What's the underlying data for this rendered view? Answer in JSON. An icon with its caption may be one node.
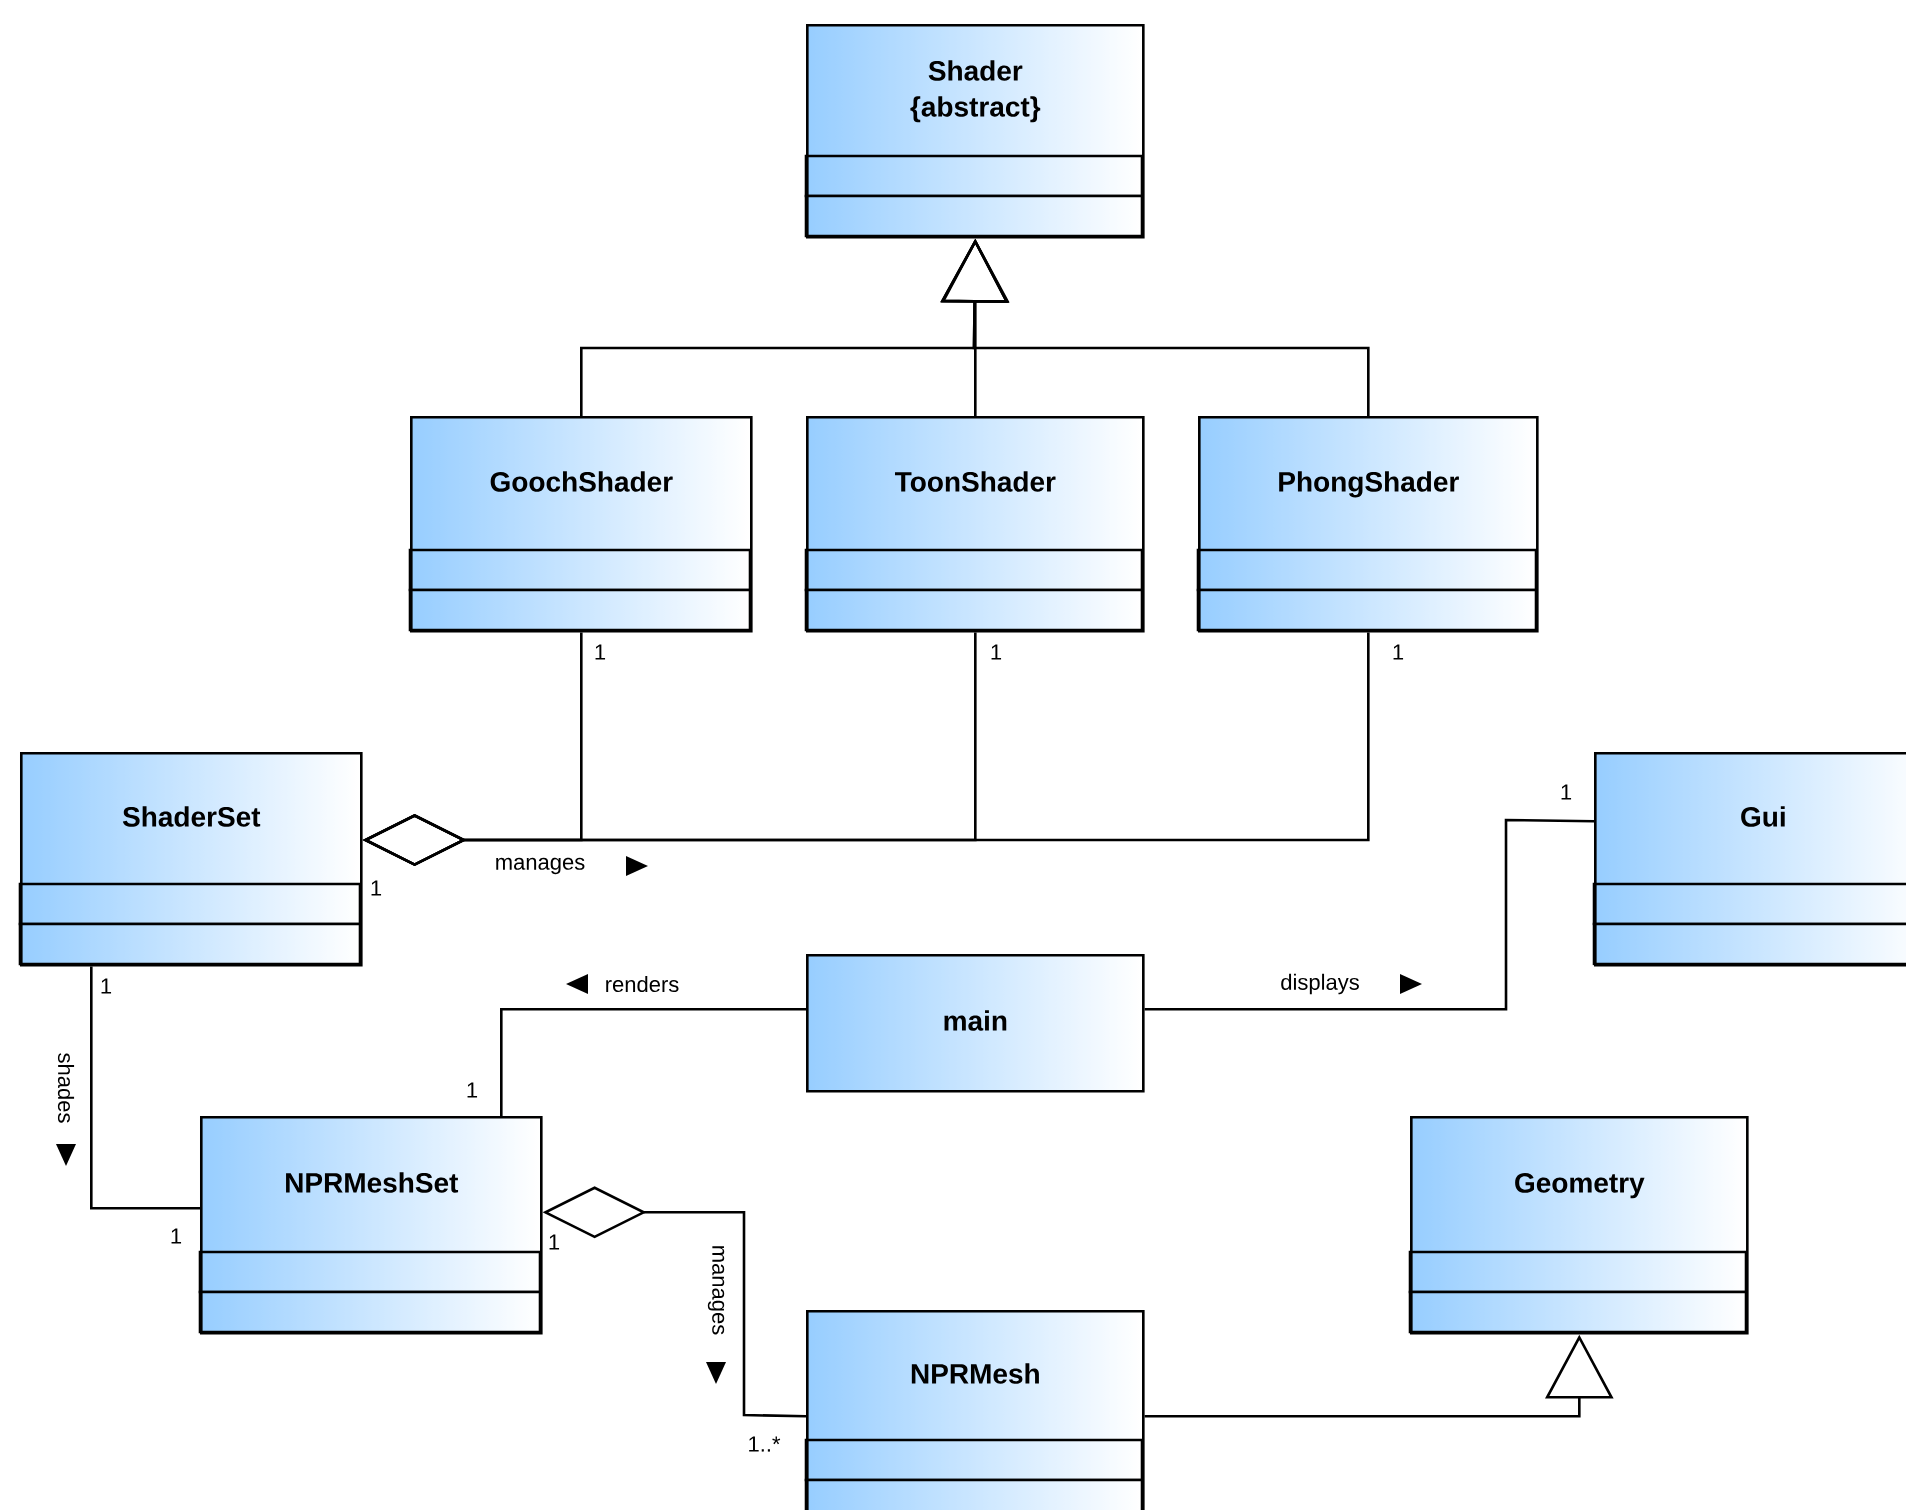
{
  "diagram": {
    "nodes": [
      {
        "text": [
          "Shader",
          "{abstract}"
        ]
      },
      {
        "text": [
          "GoochShader"
        ]
      },
      {
        "text": [
          "ToonShader"
        ]
      },
      {
        "text": [
          "PhongShader"
        ]
      },
      {
        "text": [
          "ShaderSet"
        ]
      },
      {
        "text": [
          "Gui"
        ]
      },
      {
        "text": [
          "main"
        ]
      },
      {
        "text": [
          "NPRMeshSet"
        ]
      },
      {
        "text": [
          "Geometry"
        ]
      },
      {
        "text": [
          "NPRMesh"
        ]
      }
    ],
    "edges": [
      {
        "from": 1,
        "to": 0,
        "arrow": "to"
      },
      {
        "from": 2,
        "to": 0,
        "arrow": "to"
      },
      {
        "from": 3,
        "to": 0,
        "arrow": "to"
      },
      {
        "from": 4,
        "to": 1,
        "arrow": "other",
        "label": "manages"
      },
      {
        "from": 4,
        "to": 2,
        "arrow": "other"
      },
      {
        "from": 4,
        "to": 3,
        "arrow": "other"
      },
      {
        "from": 6,
        "to": 7,
        "arrow": "none",
        "label": "renders"
      },
      {
        "from": 6,
        "to": 5,
        "arrow": "none",
        "label": "displays"
      },
      {
        "from": 4,
        "to": 7,
        "arrow": "none",
        "label": "shades"
      },
      {
        "from": 7,
        "to": 9,
        "arrow": "other",
        "label": "manages"
      },
      {
        "from": 9,
        "to": 8,
        "arrow": "to"
      }
    ],
    "labels": [
      "1",
      "1",
      "1",
      "1",
      "1",
      "1",
      "1",
      "1",
      "1",
      "1..*"
    ]
  }
}
